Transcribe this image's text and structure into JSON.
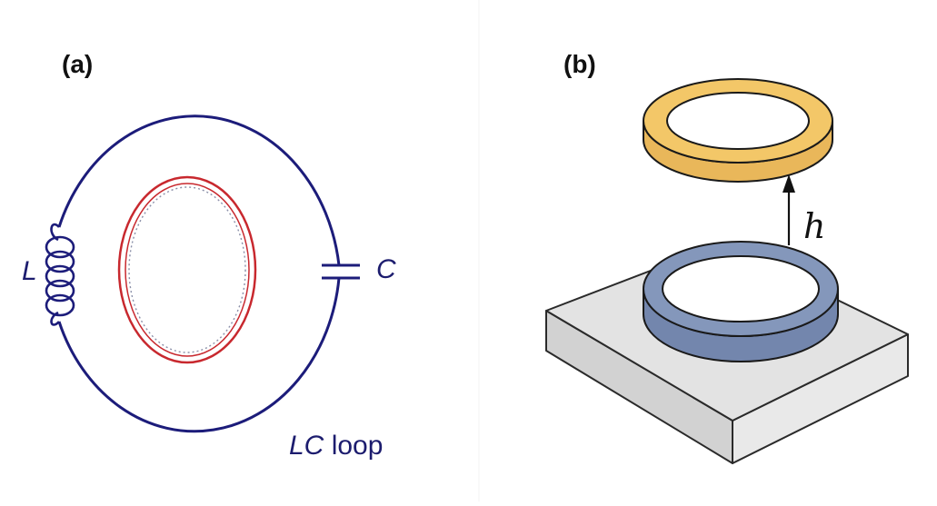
{
  "panel_a": {
    "tag": "(a)",
    "inductor_label": "L",
    "capacitor_label": "C",
    "loop_label_italic": "LC",
    "loop_label_rest": " loop"
  },
  "panel_b": {
    "tag": "(b)",
    "height_label": "h"
  },
  "colors": {
    "loop_wire": "#1c1c7a",
    "inner_ring_red": "#c8282e",
    "inner_ring_dotted": "#8a8fa8",
    "upper_ring": "#f2c463",
    "upper_ring_outline": "#1a1a1a",
    "lower_ring": "#7f91b5",
    "substrate": "#e6e6e6"
  }
}
